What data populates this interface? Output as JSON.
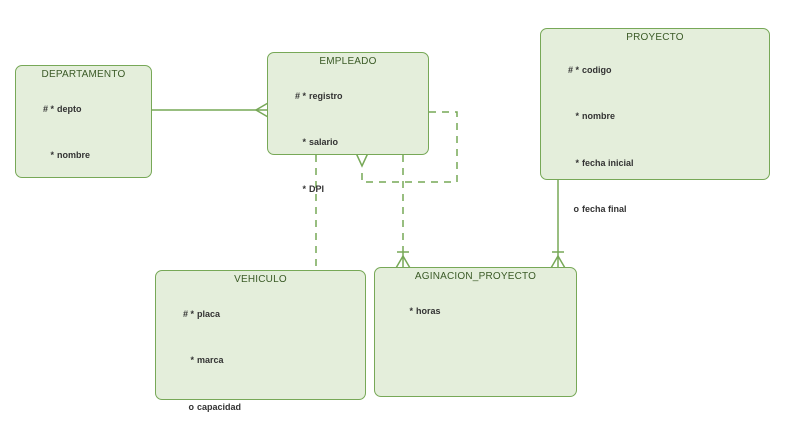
{
  "entities": {
    "departamento": {
      "title": "DEPARTAMENTO",
      "attributes": [
        {
          "marker": "# *",
          "name": "depto"
        },
        {
          "marker": "*",
          "name": "nombre"
        }
      ]
    },
    "empleado": {
      "title": "EMPLEADO",
      "attributes": [
        {
          "marker": "# *",
          "name": "registro"
        },
        {
          "marker": "*",
          "name": "salario"
        },
        {
          "marker": "*",
          "name": "DPI"
        }
      ]
    },
    "proyecto": {
      "title": "PROYECTO",
      "attributes": [
        {
          "marker": "# *",
          "name": "codigo"
        },
        {
          "marker": "*",
          "name": "nombre"
        },
        {
          "marker": "*",
          "name": "fecha inicial"
        },
        {
          "marker": "o",
          "name": "fecha final"
        }
      ]
    },
    "vehiculo": {
      "title": "VEHICULO",
      "attributes": [
        {
          "marker": "# *",
          "name": "placa"
        },
        {
          "marker": "*",
          "name": "marca"
        },
        {
          "marker": "o",
          "name": "capacidad"
        }
      ]
    },
    "aginacion_proyecto": {
      "title": "AGINACION_PROYECTO",
      "attributes": [
        {
          "marker": "*",
          "name": "horas"
        }
      ]
    }
  },
  "colors": {
    "entity_fill": "#e4eedb",
    "entity_border": "#77a857",
    "title_text": "#3a5a26",
    "attr_text": "#333333"
  }
}
